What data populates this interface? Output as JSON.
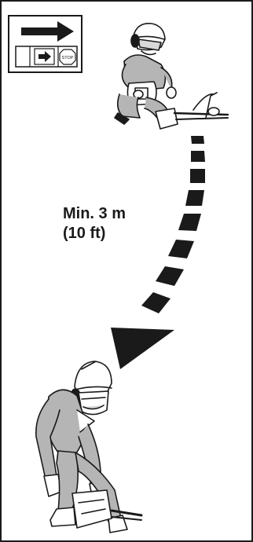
{
  "distance": {
    "line1": "Min. 3 m",
    "line2": "(10 ft)"
  },
  "icon_panel": {
    "stop_text": "STOP",
    "icons": [
      "arrow-right-icon",
      "arrow-key-icon",
      "stop-sign-icon"
    ]
  },
  "figures": [
    "operator-starting-trimmer",
    "helper-bending-to-trimmer"
  ],
  "colors": {
    "line": "#1a1a1a",
    "clothing_gray": "#b5b5b5",
    "background": "#ffffff"
  }
}
